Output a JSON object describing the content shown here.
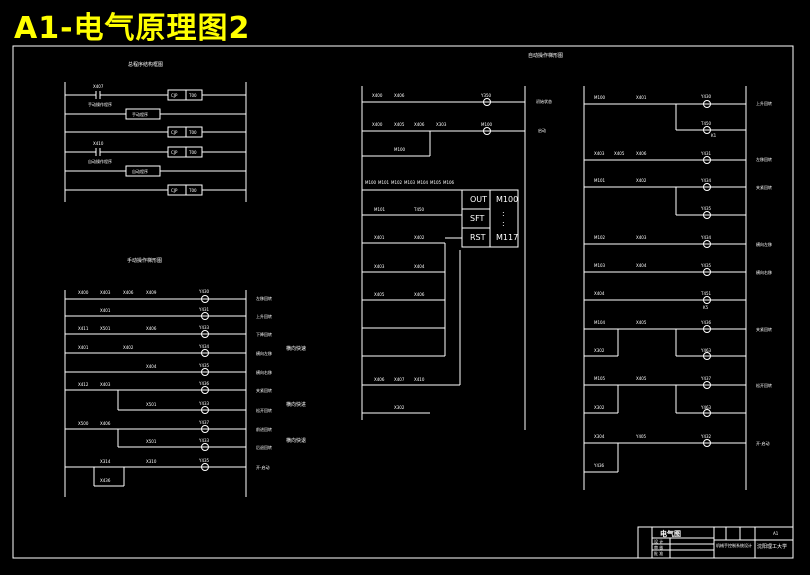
{
  "title": "A1-电气原理图2",
  "sections": {
    "main_program": "总程序结构框图",
    "manual": "手动操作梯形图",
    "auto": "自动操作梯形图"
  },
  "main_program": {
    "contacts": [
      "X407",
      "X410"
    ],
    "contact_notes": [
      "手动操作程序",
      "自动操作程序"
    ],
    "boxes": [
      "手动程序",
      "自动程序"
    ],
    "cjp": [
      "CJP",
      "CJP",
      "CJP",
      "CJP"
    ],
    "targets": [
      "T00",
      "T00",
      "T00",
      "T00"
    ]
  },
  "manual": {
    "rung_labels": [
      "X400",
      "X403",
      "X406",
      "X409",
      "X401",
      "X411",
      "X501",
      "X406",
      "X401",
      "X402",
      "X404",
      "X412",
      "X403",
      "X501",
      "X500",
      "X406",
      "X501",
      "X314",
      "X310",
      "X436"
    ],
    "coils": [
      "Y430",
      "Y431",
      "Y433",
      "Y434",
      "Y435",
      "Y436",
      "Y433",
      "Y437",
      "Y433",
      "Y435"
    ],
    "functions": [
      "左移回转",
      "上升回转",
      "下降回转",
      "横向左移",
      "横向右移",
      "夹紧回转",
      "松开回转",
      "前进回转",
      "后退回转",
      "开-启动"
    ],
    "notes": [
      "横向快速",
      "横向快进",
      "横向快退"
    ]
  },
  "auto_mid": {
    "labels": [
      "X400",
      "X406",
      "X400",
      "X405",
      "X406",
      "X303",
      "M100",
      "M100",
      "M101",
      "M102",
      "M103",
      "M104",
      "M105",
      "M106",
      "M101",
      "T450",
      "X401",
      "X402",
      "X403",
      "X404",
      "X405",
      "X406",
      "X406",
      "X407",
      "X410",
      "X302"
    ],
    "coils": [
      "Y350",
      "M100"
    ],
    "coil_notes": [
      "初始状态",
      "启动"
    ],
    "shift_box": {
      "out": "OUT",
      "sft": "SFT",
      "rst": "RST",
      "m100": "M100",
      "m117": "M117",
      "dots": ":"
    }
  },
  "auto_right": {
    "labels": [
      "M100",
      "X401",
      "X403",
      "X405",
      "X406",
      "M101",
      "X402",
      "M102",
      "X403",
      "M103",
      "X404",
      "X404",
      "M104",
      "X405",
      "X302",
      "M105",
      "X405",
      "X302",
      "X304",
      "Y405",
      "Y436"
    ],
    "coils": [
      "Y430",
      "T450",
      "Y431",
      "Y434",
      "Y435",
      "Y434",
      "Y435",
      "T451",
      "Y436",
      "Y463",
      "Y437",
      "Y463",
      "Y432"
    ],
    "coil_notes": [
      "K1",
      "K5"
    ],
    "functions": [
      "上升回转",
      "左移回转",
      "夹紧回转",
      "横向左移",
      "横向右移",
      "夹紧回转",
      "松开回转",
      "开-启动"
    ]
  },
  "title_block": {
    "name": "电气图",
    "rows": [
      "设 计",
      "审 核",
      "批 准"
    ],
    "project": "机械手控制系统设计",
    "school": "沈阳理工大学",
    "sheet": "A1"
  }
}
